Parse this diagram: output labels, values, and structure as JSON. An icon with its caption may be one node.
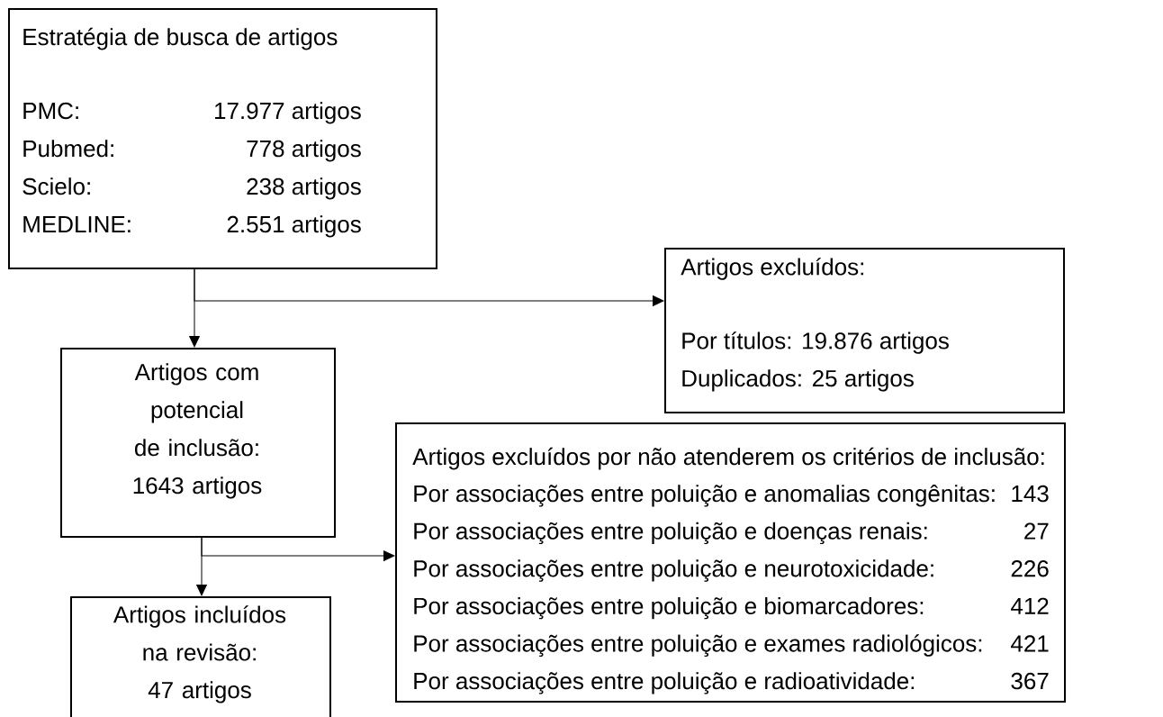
{
  "diagram": {
    "nodes": [
      {
        "text": [
          "Estratégia de busca de artigos",
          "PMC:",
          "17.977 artigos",
          "Pubmed:",
          "778 artigos",
          "Scielo:",
          "238 artigos",
          "MEDLINE:",
          "2.551 artigos"
        ]
      },
      {
        "text": [
          "Artigos excluídos:",
          "Por títulos: 19.876 artigos",
          "Duplicados: 25 artigos"
        ]
      },
      {
        "text": [
          "Artigos com potencial de inclusão:",
          "1643 artigos"
        ]
      },
      {
        "text": [
          "Artigos incluídos na revisão:",
          "47 artigos"
        ]
      },
      {
        "text": [
          "Artigos excluídos por não atenderem os critérios de inclusão:",
          "Por associações entre poluição e anomalias congênitas:",
          "143",
          "Por associações entre poluição e doenças renais:",
          "27",
          "Por associações entre poluição e neurotoxicidade:",
          "226",
          "Por associações entre poluição e biomarcadores:",
          "412",
          "Por associações entre poluição e exames radiológicos:",
          "421",
          "Por associações entre poluição e radioatividade:",
          "367"
        ]
      }
    ],
    "edges": [
      {
        "from": 0,
        "to": 2,
        "arrow": "to"
      },
      {
        "from": 0,
        "to": 1,
        "arrow": "to"
      },
      {
        "from": 2,
        "to": 3,
        "arrow": "to"
      },
      {
        "from": 2,
        "to": 4,
        "arrow": "to"
      }
    ]
  }
}
